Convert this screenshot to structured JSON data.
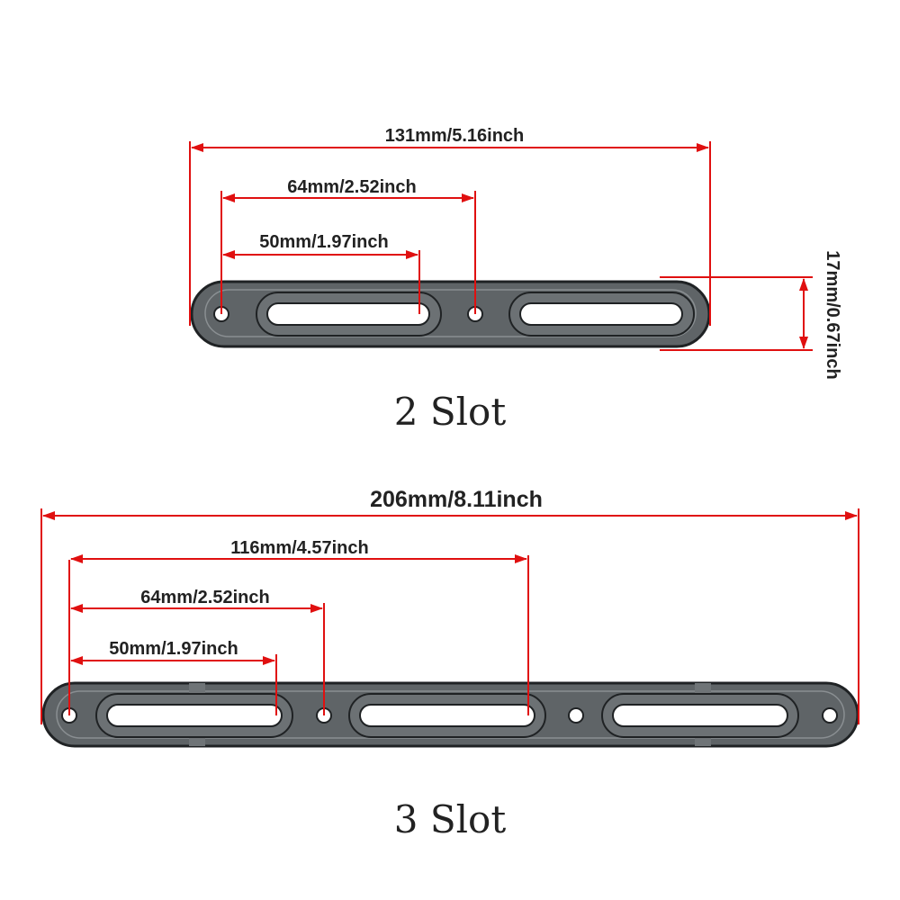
{
  "colors": {
    "dimension_line": "#e01010",
    "plate_fill": "#5f6467",
    "plate_edge": "#1f2224",
    "hole_fill": "#ffffff",
    "text": "#222222"
  },
  "two_slot": {
    "caption": "2 Slot",
    "overall_length": "131mm/5.16inch",
    "hole_spacing": "64mm/2.52inch",
    "slot_length": "50mm/1.97inch",
    "thickness": "17mm/0.67inch",
    "slot_count": 2,
    "hole_count": 2
  },
  "three_slot": {
    "caption": "3 Slot",
    "overall_length": "206mm/8.11inch",
    "long_spacing": "116mm/4.57inch",
    "hole_spacing": "64mm/2.52inch",
    "slot_length": "50mm/1.97inch",
    "slot_count": 3,
    "hole_count": 4
  }
}
